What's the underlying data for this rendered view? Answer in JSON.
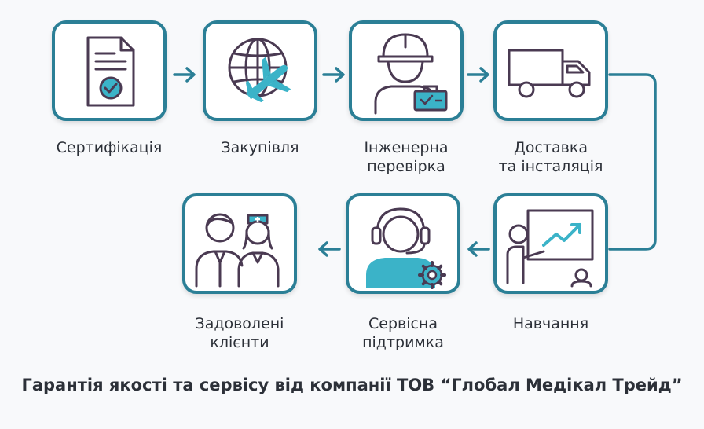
{
  "steps": [
    {
      "label": "Сертифікація",
      "icon": "document-check-icon"
    },
    {
      "label": "Закупівля",
      "icon": "globe-airplane-icon"
    },
    {
      "label": "Інженерна\nперевірка",
      "icon": "engineer-hardhat-icon"
    },
    {
      "label": "Доставка\nта інсталяція",
      "icon": "delivery-truck-icon"
    },
    {
      "label": "Навчання",
      "icon": "presentation-trainer-icon"
    },
    {
      "label": "Сервісна\nпідтримка",
      "icon": "support-headset-gear-icon"
    },
    {
      "label": "Задоволені\nклієнти",
      "icon": "satisfied-clients-icon"
    }
  ],
  "footer": "Гарантія якості та сервісу від компанії ТОВ “Глобал Медікал Трейд”",
  "colors": {
    "accent": "#2b7f96",
    "icon_fill": "#3bb3c8",
    "icon_stroke": "#4a3a52",
    "text": "#2c3038"
  }
}
